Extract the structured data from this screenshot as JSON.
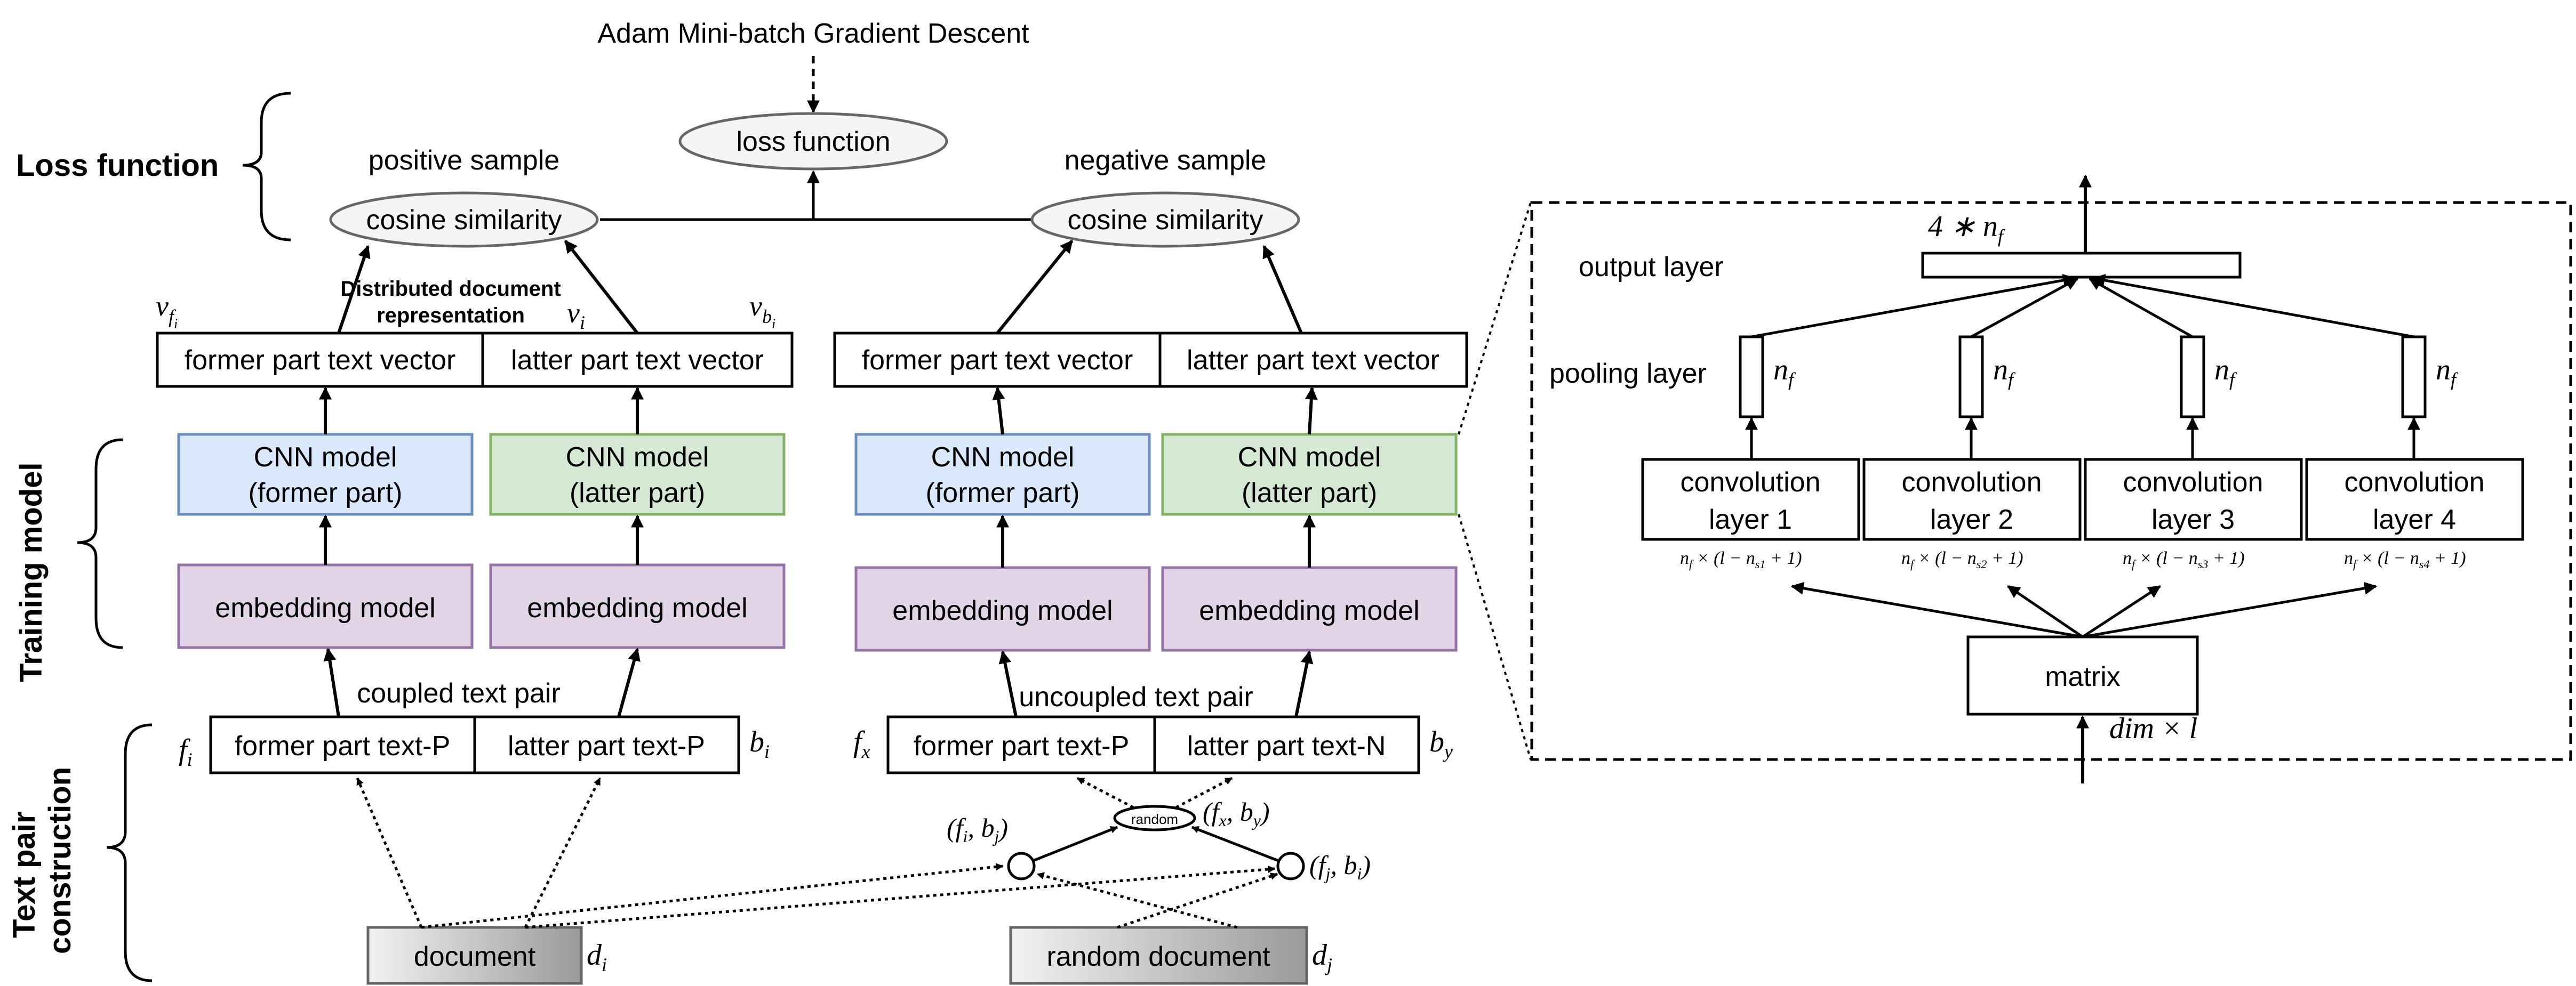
{
  "title_top": "Adam Mini-batch Gradient Descent",
  "loss_box": "loss function",
  "sections": {
    "loss": "Loss function",
    "training": "Training model",
    "text_pair_line1": "Text pair",
    "text_pair_line2": "construction"
  },
  "left": {
    "positive_sample": "positive sample",
    "cosine": "cosine similarity",
    "distributed_line1": "Distributed document",
    "distributed_line2": "representation",
    "v_f": "v_{f_i}",
    "v_i": "v_i",
    "v_b": "v_{b_i}",
    "former_vector": "former part text vector",
    "latter_vector": "latter part text vector",
    "cnn_former_1": "CNN model",
    "cnn_former_2": "(former part)",
    "cnn_latter_1": "CNN model",
    "cnn_latter_2": "(latter part)",
    "embedding_1": "embedding model",
    "embedding_2": "embedding model",
    "pair_label": "coupled text pair",
    "fi": "f_i",
    "bi": "b_i",
    "former_text": "former part text-P",
    "latter_text": "latter part text-P",
    "document": "document",
    "di": "d_i"
  },
  "right": {
    "negative_sample": "negative sample",
    "cosine": "cosine similarity",
    "former_vector": "former part text vector",
    "latter_vector": "latter part text vector",
    "cnn_former_1": "CNN model",
    "cnn_former_2": "(former part)",
    "cnn_latter_1": "CNN model",
    "cnn_latter_2": "(latter part)",
    "embedding_1": "embedding model",
    "embedding_2": "embedding model",
    "pair_label": "uncoupled text pair",
    "fx": "f_x",
    "by": "b_y",
    "former_text": "former part text-P",
    "latter_text": "latter part text-N",
    "random_node": "random",
    "fi_bj": "(f_i, b_j)",
    "fx_by": "(f_x, b_y)",
    "fj_bi": "(f_j, b_i)",
    "random_document": "random document",
    "dj": "d_j"
  },
  "cnn_detail": {
    "output_label": "4 ∗ n_f",
    "output_layer": "output layer",
    "pooling_layer": "pooling layer",
    "nf": "n_f",
    "conv_line1": "convolution",
    "conv_layers": [
      "layer 1",
      "layer 2",
      "layer 3",
      "layer 4"
    ],
    "conv_dims": [
      "n_f × (l − n_{s1} + 1)",
      "n_f × (l − n_{s2} + 1)",
      "n_f × (l − n_{s3} + 1)",
      "n_f × (l − n_{s4} + 1)"
    ],
    "matrix": "matrix",
    "dim": "dim × l"
  },
  "colors": {
    "cnn_former_fill": "#dae8fc",
    "cnn_former_stroke": "#6c8ebf",
    "cnn_latter_fill": "#d5e8d4",
    "cnn_latter_stroke": "#82b366",
    "embedding_fill": "#e1d5e7",
    "embedding_stroke": "#9673a6",
    "ellipse_fill": "#f5f5f5",
    "ellipse_stroke": "#666666"
  }
}
